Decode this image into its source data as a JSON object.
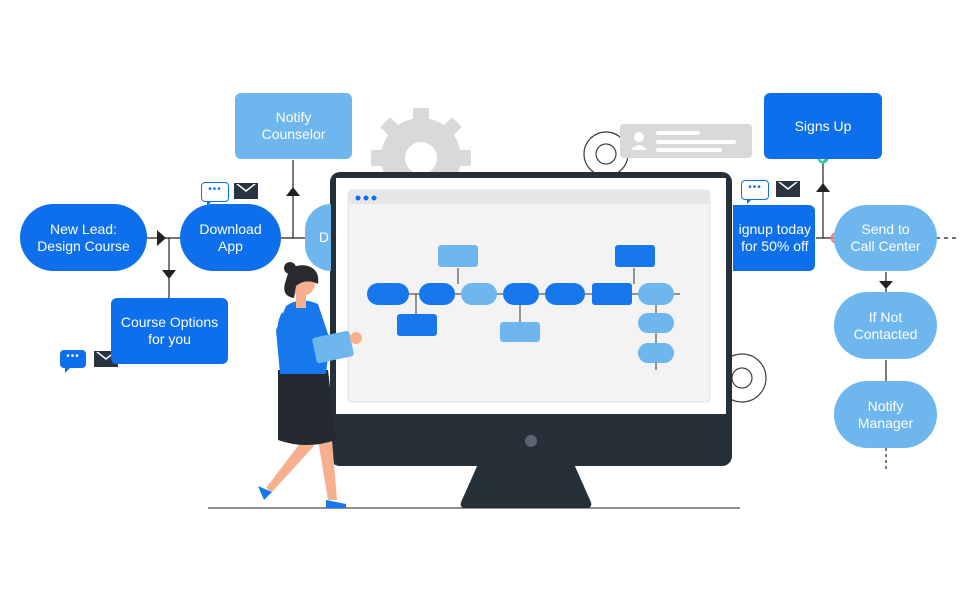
{
  "diagram": {
    "nodes": {
      "new_lead": "New Lead:\nDesign Course",
      "download_app": "Download\nApp",
      "notify_counselor": "Notify\nCounselor",
      "course_options": "Course Options\nfor you",
      "partial_hidden": "D",
      "signup_today": "ignup today\nfor 50% off",
      "signs_up": "Signs Up",
      "send_to_call_center": "Send to\nCall Center",
      "if_not_contacted": "If Not\nContacted",
      "notify_manager": "Notify\nManager"
    },
    "message_dots": "•••"
  },
  "colors": {
    "node_dark": "#0d6fec",
    "node_light": "#6eb6ee",
    "monitor_body": "#263039",
    "screen_bg": "#f3f3f4",
    "gear": "#d9d9da",
    "skin": "#f7b08e",
    "hair": "#2a2a2e",
    "shirt": "#1778ee",
    "skirt": "#252a31",
    "success_dot": "#36c98b",
    "error_dot": "#f07a75"
  },
  "icons": [
    "gear-icon",
    "chat-bubble-icon",
    "envelope-icon",
    "user-card-icon",
    "check-icon",
    "close-icon"
  ]
}
